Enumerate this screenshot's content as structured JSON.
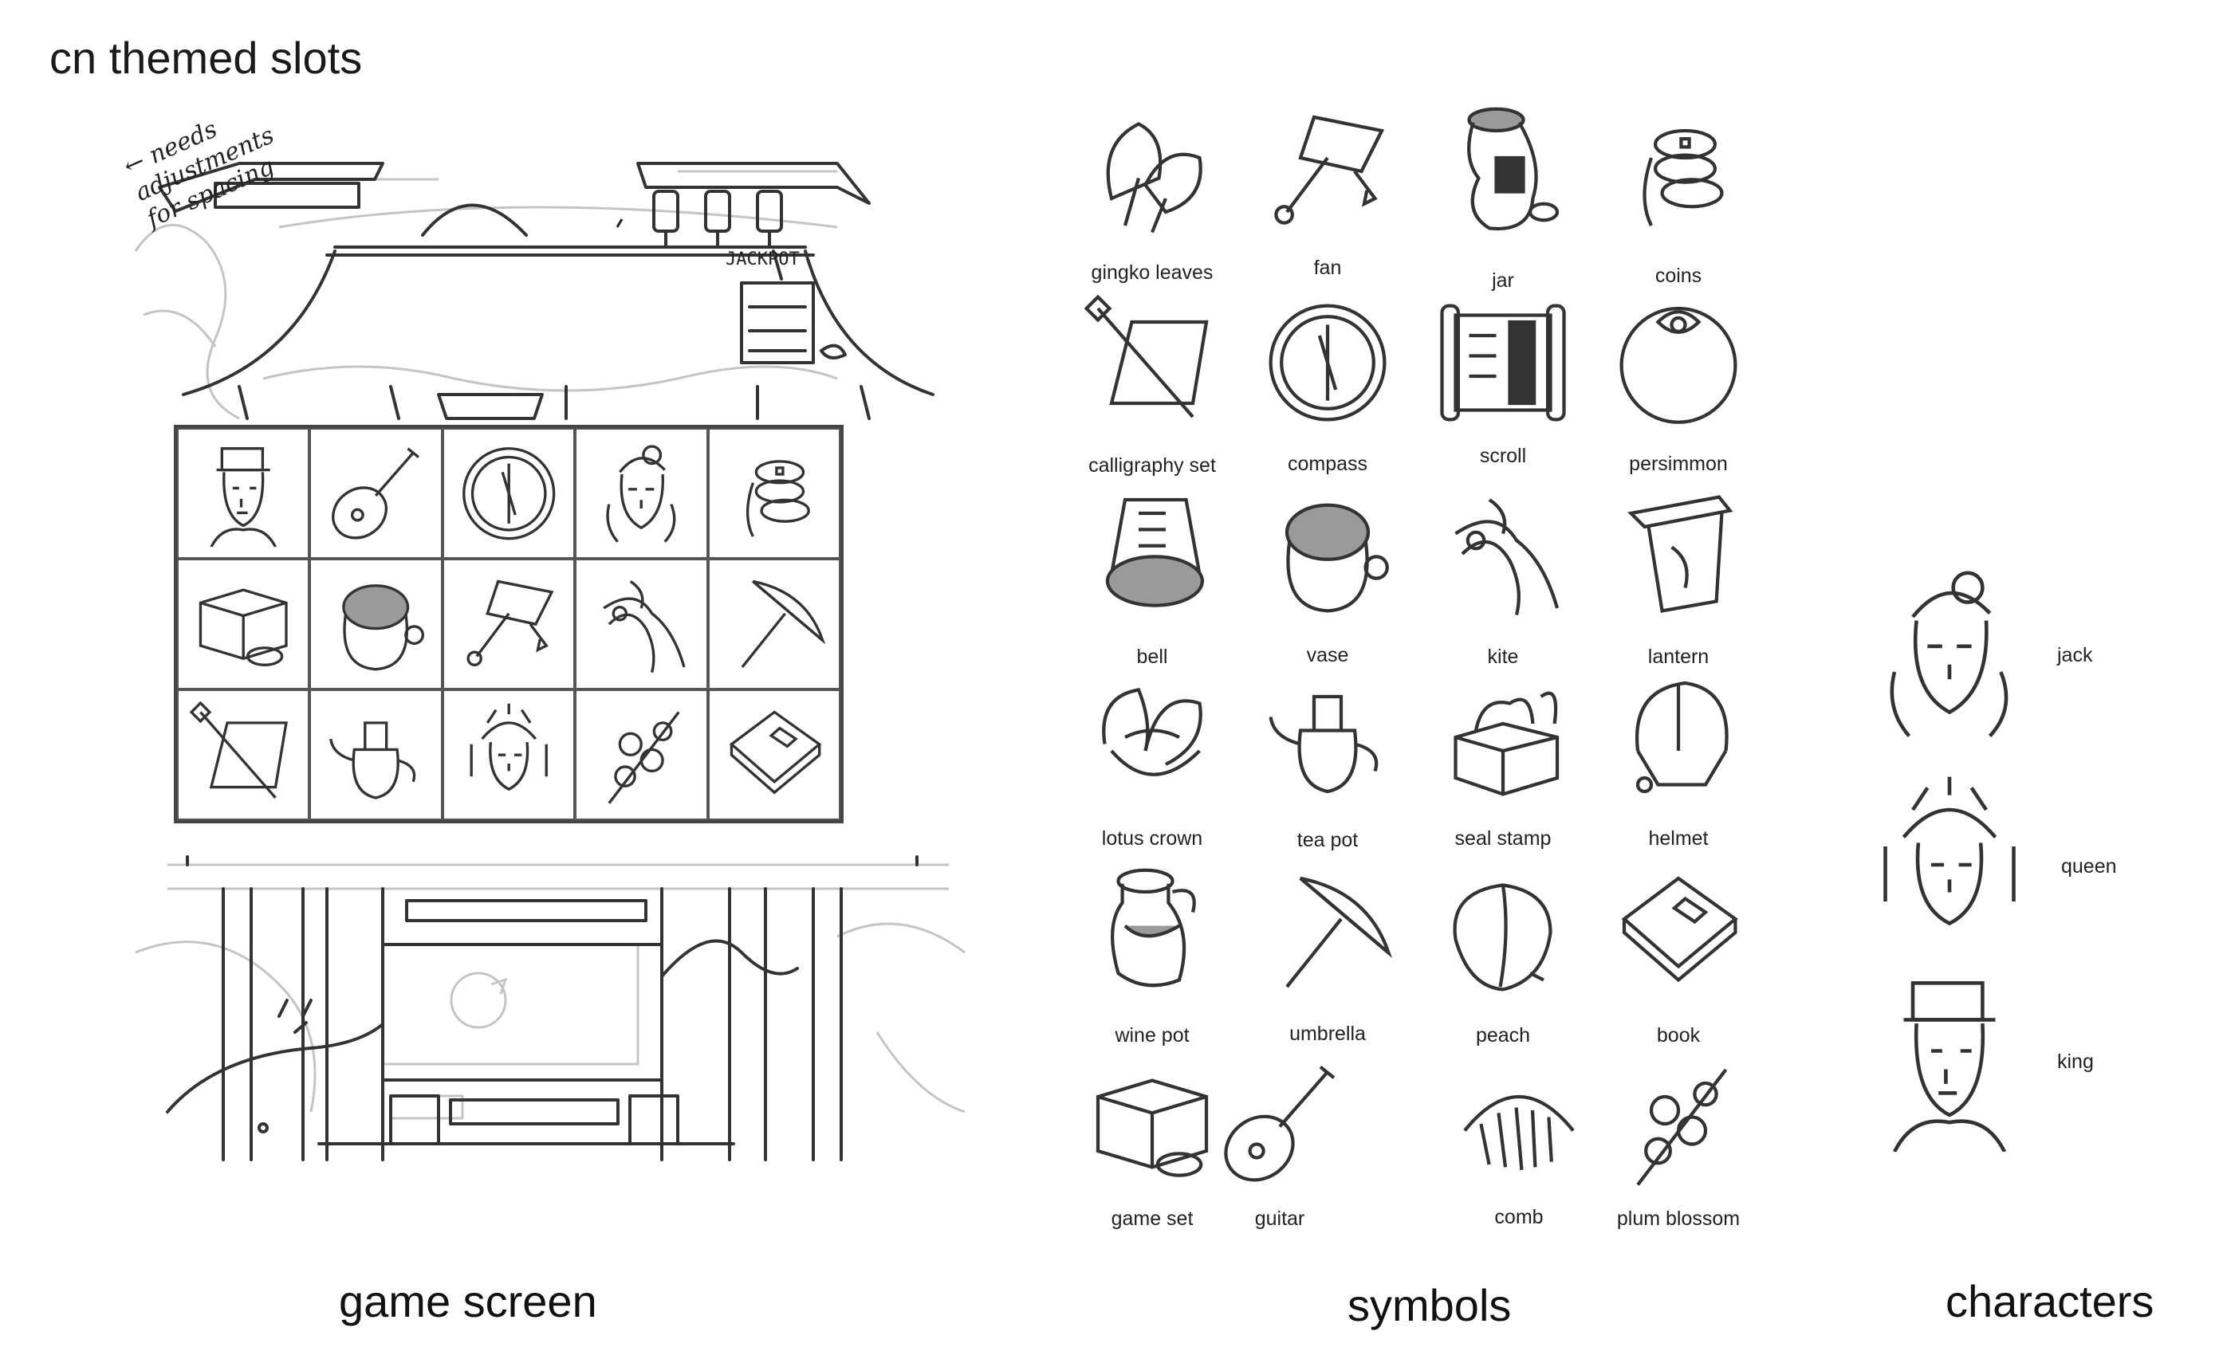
{
  "title": "cn themed slots",
  "sections": {
    "game_screen": "game screen",
    "symbols": "symbols",
    "characters": "characters"
  },
  "game_screen": {
    "jackpot_label": "JACKPOT",
    "note": [
      "← needs",
      "adjustments",
      "for spacing"
    ],
    "reels": [
      [
        "king-portrait",
        "guitar",
        "compass",
        "jack-portrait",
        "coins"
      ],
      [
        "game-set",
        "vase",
        "fan",
        "kite",
        "umbrella"
      ],
      [
        "calligraphy-set",
        "tea-pot",
        "queen-portrait",
        "plum-blossom",
        "book"
      ]
    ]
  },
  "symbols": [
    {
      "label": "gingko leaves",
      "icon": "gingko-leaves-icon"
    },
    {
      "label": "fan",
      "icon": "fan-icon"
    },
    {
      "label": "jar",
      "icon": "jar-icon"
    },
    {
      "label": "coins",
      "icon": "coins-icon"
    },
    {
      "label": "calligraphy set",
      "icon": "calligraphy-set-icon"
    },
    {
      "label": "compass",
      "icon": "compass-icon"
    },
    {
      "label": "scroll",
      "icon": "scroll-icon"
    },
    {
      "label": "persimmon",
      "icon": "persimmon-icon"
    },
    {
      "label": "bell",
      "icon": "bell-icon"
    },
    {
      "label": "vase",
      "icon": "vase-icon"
    },
    {
      "label": "kite",
      "icon": "kite-icon"
    },
    {
      "label": "lantern",
      "icon": "lantern-icon"
    },
    {
      "label": "lotus crown",
      "icon": "lotus-crown-icon"
    },
    {
      "label": "tea pot",
      "icon": "tea-pot-icon"
    },
    {
      "label": "seal stamp",
      "icon": "seal-stamp-icon"
    },
    {
      "label": "helmet",
      "icon": "helmet-icon"
    },
    {
      "label": "wine pot",
      "icon": "wine-pot-icon"
    },
    {
      "label": "umbrella",
      "icon": "umbrella-icon"
    },
    {
      "label": "peach",
      "icon": "peach-icon"
    },
    {
      "label": "book",
      "icon": "book-icon"
    },
    {
      "label": "game set",
      "icon": "game-set-icon"
    },
    {
      "label": "guitar",
      "icon": "guitar-icon"
    },
    {
      "label": "comb",
      "icon": "comb-icon"
    },
    {
      "label": "plum blossom",
      "icon": "plum-blossom-icon"
    }
  ],
  "characters": [
    {
      "label": "jack",
      "icon": "jack-portrait-icon"
    },
    {
      "label": "queen",
      "icon": "queen-portrait-icon"
    },
    {
      "label": "king",
      "icon": "king-portrait-icon"
    }
  ],
  "colors": {
    "ink": "#333333",
    "light_ink": "#bdbdbd",
    "fill_gray": "#9a9a9a",
    "background": "#ffffff"
  }
}
